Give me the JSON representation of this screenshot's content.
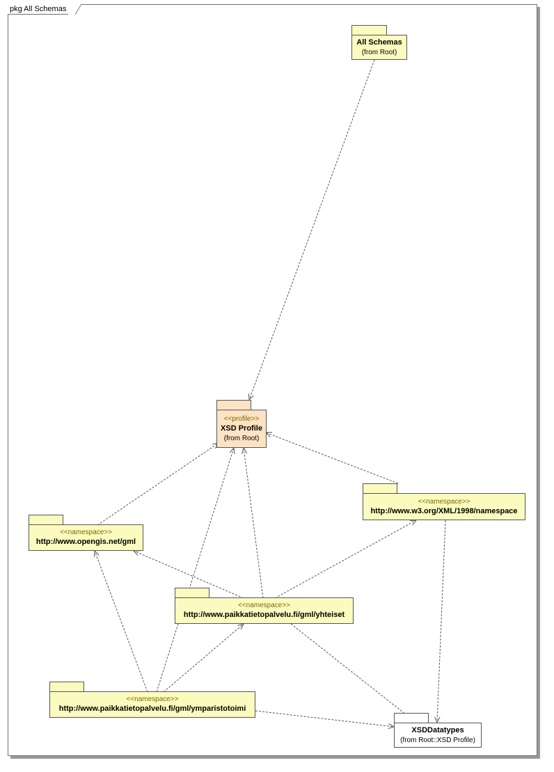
{
  "frame": {
    "title": "pkg All Schemas"
  },
  "packages": {
    "all_schemas": {
      "name": "All Schemas",
      "from": "(from Root)"
    },
    "xsd_profile": {
      "stereotype": "<<profile>>",
      "name": "XSD Profile",
      "from": "(from Root)"
    },
    "w3": {
      "stereotype": "<<namespace>>",
      "name": "http://www.w3.org/XML/1998/namespace"
    },
    "opengis": {
      "stereotype": "<<namespace>>",
      "name": "http://www.opengis.net/gml"
    },
    "yhteiset": {
      "stereotype": "<<namespace>>",
      "name": "http://www.paikkatietopalvelu.fi/gml/yhteiset"
    },
    "ymparisto": {
      "stereotype": "<<namespace>>",
      "name": "http://www.paikkatietopalvelu.fi/gml/ymparistotoimi"
    },
    "xsd_datatypes": {
      "name": "XSDDatatypes",
      "from": "(from Root::XSD Profile)"
    }
  },
  "colors": {
    "namespace_fill": "#fbfbbf",
    "profile_fill": "#fde3c3",
    "plain_fill": "#ffffff",
    "stereotype_text": "#7a6a00",
    "line": "#555555"
  },
  "dependencies": [
    {
      "from": "all_schemas",
      "to": "xsd_profile"
    },
    {
      "from": "opengis",
      "to": "xsd_profile"
    },
    {
      "from": "w3",
      "to": "xsd_profile"
    },
    {
      "from": "yhteiset",
      "to": "xsd_profile"
    },
    {
      "from": "ymparisto",
      "to": "xsd_profile"
    },
    {
      "from": "yhteiset",
      "to": "opengis"
    },
    {
      "from": "yhteiset",
      "to": "w3"
    },
    {
      "from": "ymparisto",
      "to": "opengis"
    },
    {
      "from": "ymparisto",
      "to": "yhteiset"
    },
    {
      "from": "yhteiset",
      "to": "xsd_datatypes"
    },
    {
      "from": "w3",
      "to": "xsd_datatypes"
    },
    {
      "from": "ymparisto",
      "to": "xsd_datatypes"
    }
  ]
}
